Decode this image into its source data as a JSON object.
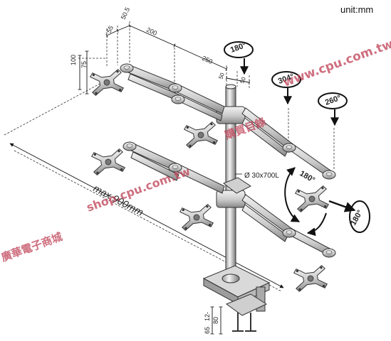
{
  "unit_label": "unit:mm",
  "dimensions": {
    "d55": "55",
    "d50_5": "50.5",
    "d200": "200",
    "d250": "250",
    "d50a": "50",
    "d50b": "50",
    "d100": "100",
    "d75": "75",
    "max_span": "max.900mm",
    "pole": "Ø 30x700L",
    "clamp_a": "65",
    "clamp_b": "12-",
    "clamp_c": "80"
  },
  "rotations": {
    "r180_top": "180°",
    "r304": "304°",
    "r260": "260°",
    "r180_side": "180°",
    "r180_bottom": "180°"
  },
  "watermark": {
    "url_top": "www.cpu.com.tw",
    "url_mid": "shop.cpu.com.tw",
    "store_name": "廣華電子商城",
    "catalog": "購買目錄"
  },
  "colors": {
    "line": "#333333",
    "metal_light": "#e8e8e8",
    "metal_mid": "#bdbdbd",
    "metal_dark": "#6d6d6d",
    "watermark": "#c0455a"
  }
}
